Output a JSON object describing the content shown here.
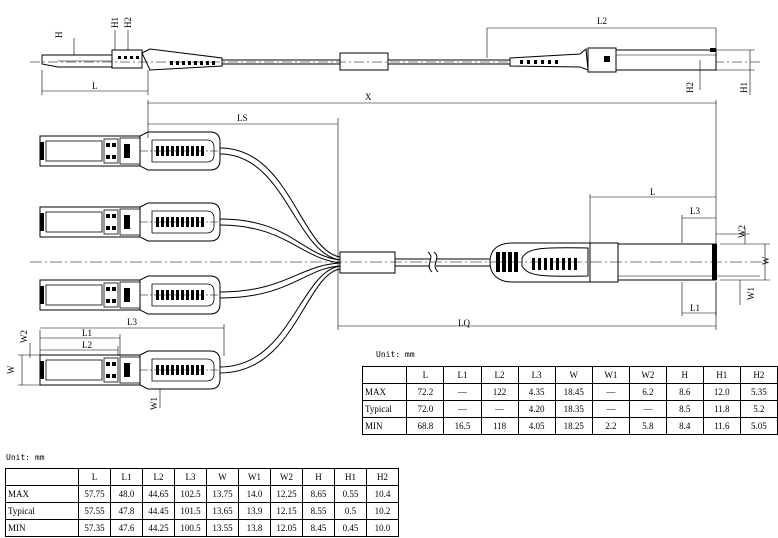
{
  "labels": {
    "top": {
      "H": "H",
      "H1": "H1",
      "H2": "H2",
      "L": "L",
      "L2": "L2",
      "H1_right": "H1",
      "H2_right": "H2"
    },
    "main": {
      "X": "X",
      "LS": "LS",
      "LQ": "LQ",
      "L": "L",
      "L3": "L3",
      "W2": "W2",
      "W": "W",
      "W1": "W1",
      "L1": "L1",
      "L3_small": "L3",
      "L1_small": "L1",
      "L2_small": "L2",
      "W2_small": "W2",
      "W_small": "W",
      "W1_small": "W1"
    }
  },
  "table_qsfp": {
    "unit": "Unit: mm",
    "headers": [
      "",
      "L",
      "L1",
      "L2",
      "L3",
      "W",
      "W1",
      "W2",
      "H",
      "H1",
      "H2"
    ],
    "rows": [
      [
        "MAX",
        "72.2",
        "—",
        "122",
        "4.35",
        "18.45",
        "—",
        "6.2",
        "8.6",
        "12.0",
        "5.35"
      ],
      [
        "Typical",
        "72.0",
        "—",
        "—",
        "4.20",
        "18.35",
        "—",
        "—",
        "8.5",
        "11.8",
        "5.2"
      ],
      [
        "MIN",
        "68.8",
        "16.5",
        "118",
        "4.05",
        "18.25",
        "2.2",
        "5.8",
        "8.4",
        "11.6",
        "5.05"
      ]
    ]
  },
  "table_sfp": {
    "unit": "Unit: mm",
    "headers": [
      "",
      "L",
      "L1",
      "L2",
      "L3",
      "W",
      "W1",
      "W2",
      "H",
      "H1",
      "H2"
    ],
    "rows": [
      [
        "MAX",
        "57.75",
        "48.0",
        "44.65",
        "102.5",
        "13.75",
        "14.0",
        "12.25",
        "8.65",
        "0.55",
        "10.4"
      ],
      [
        "Typical",
        "57.55",
        "47.8",
        "44.45",
        "101.5",
        "13.65",
        "13.9",
        "12.15",
        "8.55",
        "0.5",
        "10.2"
      ],
      [
        "MIN",
        "57.35",
        "47.6",
        "44.25",
        "100.5",
        "13.55",
        "13.8",
        "12.05",
        "8.45",
        "0.45",
        "10.0"
      ]
    ]
  }
}
